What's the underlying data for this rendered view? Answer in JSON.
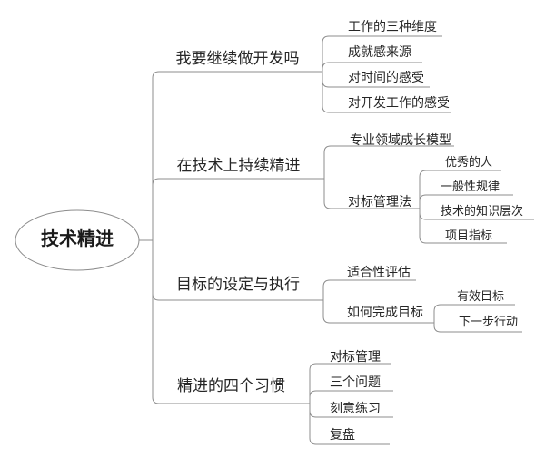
{
  "diagram": {
    "type": "mindmap",
    "layout": "logic-chart-right",
    "title": "技术精进"
  },
  "colors": {
    "background": "#ffffff",
    "line": "#8c8c8c",
    "text": "#262626",
    "root_text": "#1a1a1a"
  },
  "tree": {
    "label": "技术精进",
    "children": [
      {
        "label": "我要继续做开发吗",
        "children": [
          {
            "label": "工作的三种维度"
          },
          {
            "label": "成就感来源"
          },
          {
            "label": "对时间的感受"
          },
          {
            "label": "对开发工作的感受"
          }
        ]
      },
      {
        "label": "在技术上持续精进",
        "children": [
          {
            "label": "专业领域成长模型"
          },
          {
            "label": "对标管理法",
            "children": [
              {
                "label": "优秀的人"
              },
              {
                "label": "一般性规律"
              },
              {
                "label": "技术的知识层次"
              },
              {
                "label": "项目指标"
              }
            ]
          }
        ]
      },
      {
        "label": "目标的设定与执行",
        "children": [
          {
            "label": "适合性评估"
          },
          {
            "label": "如何完成目标",
            "children": [
              {
                "label": "有效目标"
              },
              {
                "label": "下一步行动"
              }
            ]
          }
        ]
      },
      {
        "label": "精进的四个习惯",
        "children": [
          {
            "label": "对标管理"
          },
          {
            "label": "三个问题"
          },
          {
            "label": "刻意练习"
          },
          {
            "label": "复盘"
          }
        ]
      }
    ]
  }
}
